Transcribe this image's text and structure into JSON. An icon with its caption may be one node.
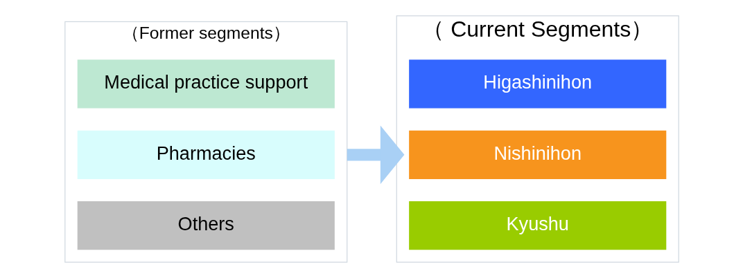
{
  "diagram": {
    "nodes": [
      {
        "text": [
          "（Former segments）"
        ]
      },
      {
        "text": [
          "Medical practice support"
        ],
        "in": 0
      },
      {
        "text": [
          "Pharmacies"
        ],
        "in": 0
      },
      {
        "text": [
          "Others"
        ],
        "in": 0
      },
      {
        "text": [
          "（ Current Segments）"
        ]
      },
      {
        "text": [
          "Higashinihon"
        ],
        "in": 4
      },
      {
        "text": [
          "Nishinihon"
        ],
        "in": 4
      },
      {
        "text": [
          "Kyushu"
        ],
        "in": 4
      }
    ],
    "edges": [
      {
        "from": 0,
        "to": 4,
        "arrow": "to"
      }
    ]
  }
}
